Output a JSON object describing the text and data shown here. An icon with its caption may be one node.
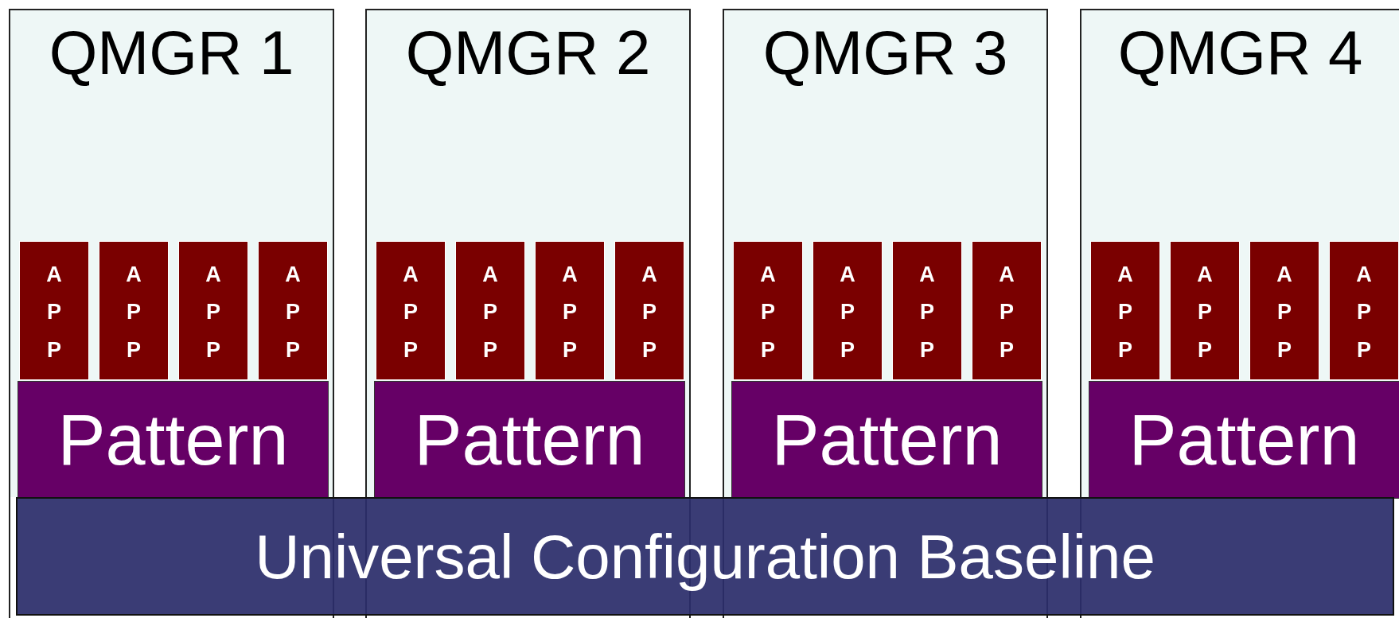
{
  "diagram": {
    "nodes": [
      {
        "text": [
          "QMGR 1"
        ]
      },
      {
        "text": [
          "APP"
        ],
        "in": 0
      },
      {
        "text": [
          "APP"
        ],
        "in": 0
      },
      {
        "text": [
          "APP"
        ],
        "in": 0
      },
      {
        "text": [
          "APP"
        ],
        "in": 0
      },
      {
        "text": [
          "Pattern"
        ],
        "in": 0
      },
      {
        "text": [
          "QMGR 2"
        ]
      },
      {
        "text": [
          "APP"
        ],
        "in": 6
      },
      {
        "text": [
          "APP"
        ],
        "in": 6
      },
      {
        "text": [
          "APP"
        ],
        "in": 6
      },
      {
        "text": [
          "APP"
        ],
        "in": 6
      },
      {
        "text": [
          "Pattern"
        ],
        "in": 6
      },
      {
        "text": [
          "QMGR 3"
        ]
      },
      {
        "text": [
          "APP"
        ],
        "in": 12
      },
      {
        "text": [
          "APP"
        ],
        "in": 12
      },
      {
        "text": [
          "APP"
        ],
        "in": 12
      },
      {
        "text": [
          "APP"
        ],
        "in": 12
      },
      {
        "text": [
          "Pattern"
        ],
        "in": 12
      },
      {
        "text": [
          "QMGR 4"
        ]
      },
      {
        "text": [
          "APP"
        ],
        "in": 18
      },
      {
        "text": [
          "APP"
        ],
        "in": 18
      },
      {
        "text": [
          "APP"
        ],
        "in": 18
      },
      {
        "text": [
          "APP"
        ],
        "in": 18
      },
      {
        "text": [
          "Pattern"
        ],
        "in": 18
      },
      {
        "text": [
          "Universal Configuration Baseline"
        ]
      }
    ]
  }
}
